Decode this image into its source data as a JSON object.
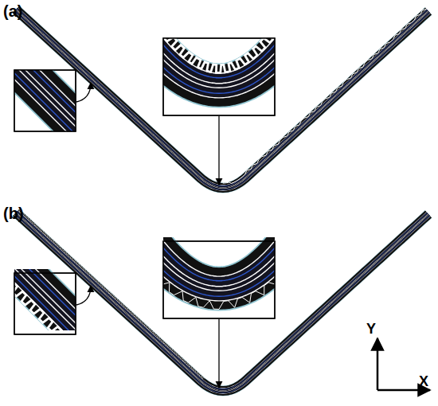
{
  "diagram": {
    "labels": [
      "(a)",
      "(b)",
      "Y",
      "X"
    ]
  }
}
